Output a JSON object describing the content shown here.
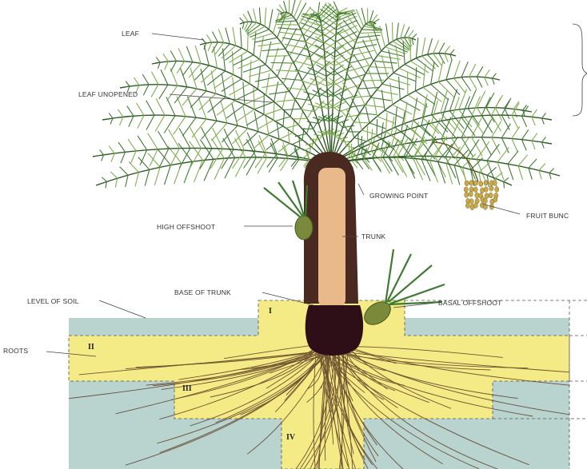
{
  "labels": {
    "leaf": "LEAF",
    "leaf_unopened": "LEAF UNOPENED",
    "growing_point": "GROWING POINT",
    "fruit_bunch": "FRUIT BUNC",
    "high_offshoot": "HIGH OFFSHOOT",
    "trunk": "TRUNK",
    "base_of_trunk": "BASE OF TRUNK",
    "basal_offshoot": "BASAL OFFSHOOT",
    "level_of_soil": "LEVEL OF SOIL",
    "roots": "ROOTS"
  },
  "zones": [
    "I",
    "II",
    "III",
    "IV"
  ],
  "colors": {
    "soil": "#b9d3ce",
    "root_zone": "#f4ea86",
    "trunk_fill": "#e9b98a",
    "trunk_bark": "#4a2a20",
    "trunk_base": "#2e0f17",
    "frond": "#3f7a32",
    "frond_light": "#7fae4e",
    "fruit": "#c9a94a",
    "root": "#5a3a22"
  }
}
